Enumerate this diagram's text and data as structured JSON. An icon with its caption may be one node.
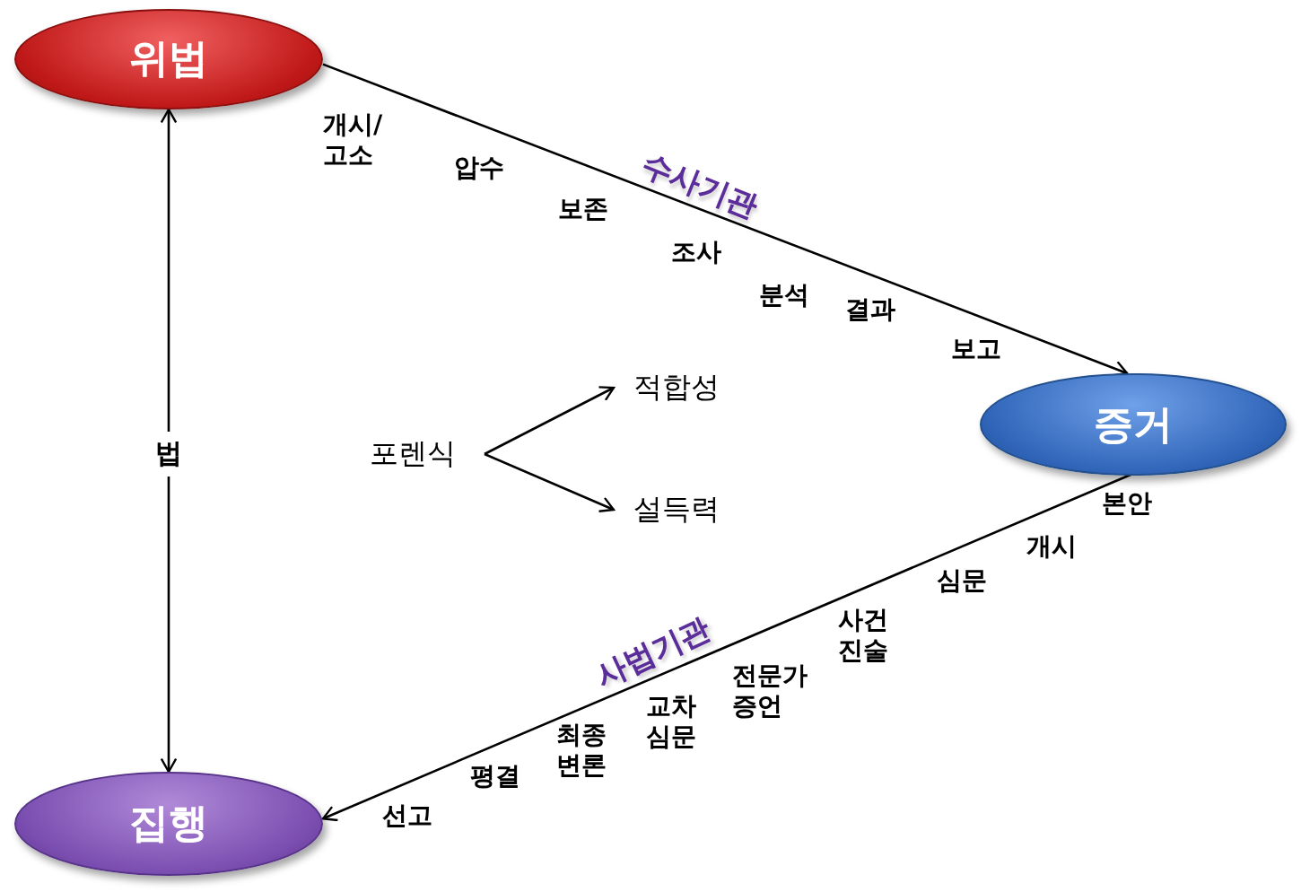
{
  "diagram": {
    "nodes": [
      {
        "text": [
          "위법"
        ]
      },
      {
        "text": [
          "증거"
        ]
      },
      {
        "text": [
          "집행"
        ]
      },
      {
        "text": [
          "포렌식"
        ]
      },
      {
        "text": [
          "적합성"
        ]
      },
      {
        "text": [
          "설득력"
        ]
      }
    ],
    "edges": [
      {
        "from": 0,
        "to": 1,
        "arrow": "to",
        "label": "수사기관"
      },
      {
        "from": 1,
        "to": 2,
        "arrow": "to",
        "label": "사법기관"
      },
      {
        "from": 0,
        "to": 2,
        "arrow": "both",
        "label": "법"
      },
      {
        "from": 3,
        "to": 4,
        "arrow": "to"
      },
      {
        "from": 3,
        "to": 5,
        "arrow": "to"
      }
    ],
    "labels": [
      "개시/ 고소",
      "압수",
      "보존",
      "조사",
      "분석",
      "결과",
      "보고",
      "본안",
      "개시",
      "심문",
      "사건 진술",
      "전문가 증언",
      "교차 심문",
      "최종 변론",
      "평결",
      "선고"
    ]
  }
}
